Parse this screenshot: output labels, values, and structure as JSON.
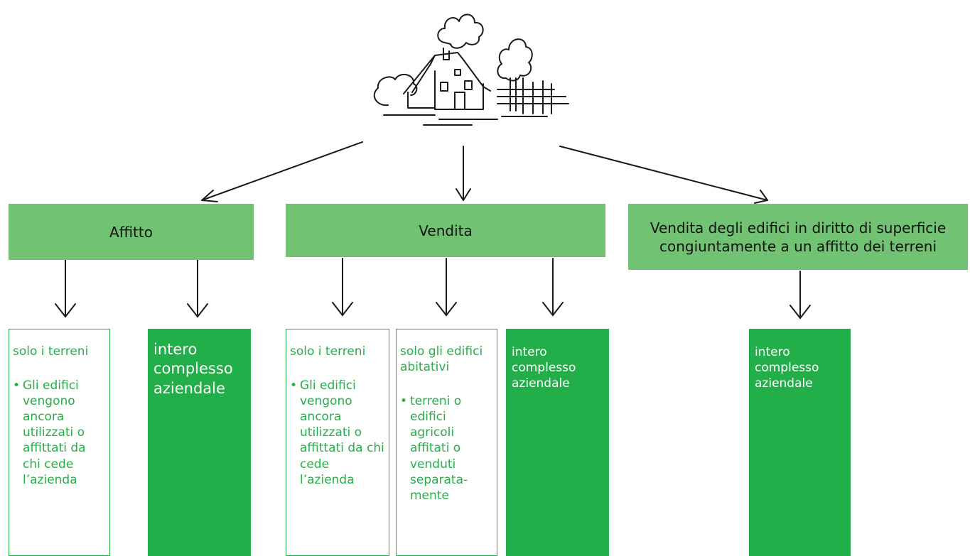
{
  "diagram": {
    "headers": {
      "affitto": "Affitto",
      "vendita": "Vendita",
      "vendita_edifici": "Vendita degli edifici in diritto di superficie congiuntamente a un affitto dei terreni"
    },
    "boxes": {
      "affitto_terreni": {
        "title": "solo i terreni",
        "bullet": "•",
        "text": "Gli edifici vengono ancora utilizzati o affittati da chi cede l’azienda"
      },
      "affitto_intero": {
        "title": "intero complesso aziendale"
      },
      "vendita_terreni": {
        "title": "solo i terreni",
        "bullet": "•",
        "text": "Gli edifici vengono ancora utilizzati o affittati da chi cede l’azienda"
      },
      "vendita_edifici_abitativi": {
        "title": "solo gli edifici abitativi",
        "bullet": "•",
        "text": "terreni o edifici agricoli affitati o venduti separata-mente"
      },
      "vendita_intero": {
        "title": "intero complesso aziendale"
      },
      "superficie_intero": {
        "title": "intero complesso aziendale"
      }
    },
    "colors": {
      "header_green": "#72c274",
      "solid_green": "#22ae48",
      "outline_green": "#27ae4a",
      "arrow": "#1a1a1a"
    },
    "illustration": "farmhouse-sketch"
  }
}
